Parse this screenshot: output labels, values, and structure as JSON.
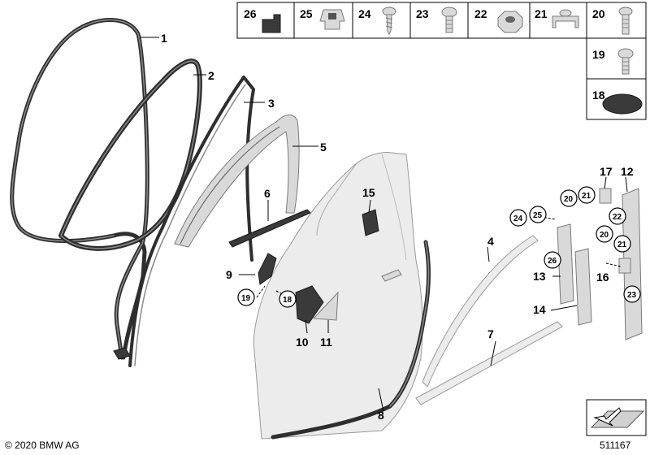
{
  "callouts": {
    "c1": "1",
    "c2": "2",
    "c3": "3",
    "c4": "4",
    "c5": "5",
    "c6": "6",
    "c7": "7",
    "c8": "8",
    "c9": "9",
    "c10": "10",
    "c11": "11",
    "c12": "12",
    "c13": "13",
    "c14": "14",
    "c15": "15",
    "c16": "16",
    "c17": "17",
    "c18": "18",
    "c19": "19",
    "c20": "20",
    "c21": "21",
    "c22": "22",
    "c23": "23",
    "c24": "24",
    "c25": "25",
    "c26": "26"
  },
  "grid": {
    "g26": "26",
    "g25": "25",
    "g24": "24",
    "g23": "23",
    "g22": "22",
    "g21": "21",
    "g20": "20",
    "g19": "19",
    "g18": "18"
  },
  "footer": {
    "copyright": "© 2020 BMW AG",
    "diagram_number": "511167"
  },
  "icons": {
    "legend": "arrow-plane-icon"
  },
  "colors": {
    "seal": "#2e2e2e",
    "part_light": "#d9d9d9"
  }
}
